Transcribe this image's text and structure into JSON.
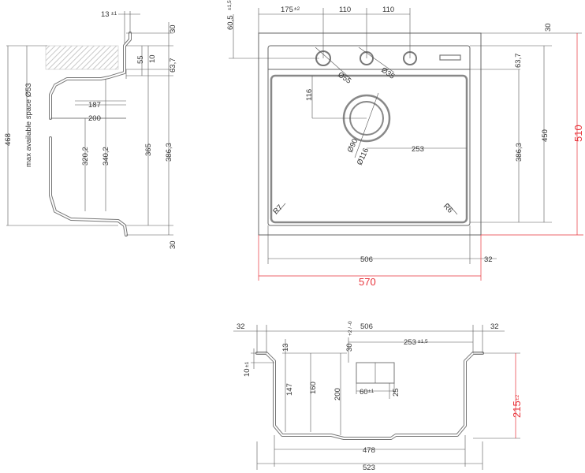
{
  "side_view": {
    "dims": {
      "flange_top": "13",
      "flange_top_tol": "±1",
      "top_30": "30",
      "d55": "55",
      "d10": "10",
      "d637": "63,7",
      "d187": "187",
      "d200": "200",
      "d3202": "320,2",
      "d3402": "340,2",
      "d365": "365",
      "d3863": "386,3",
      "bottom_30": "30",
      "d468": "468"
    },
    "max_space_label": "max available space Ø53"
  },
  "top_view": {
    "dims": {
      "d605": "60,5",
      "d605_tol": "±1,5",
      "d175": "175",
      "d175_tol": "±2",
      "d110a": "110",
      "d110b": "110",
      "top_30": "30",
      "d637": "63,7",
      "d55": "Ø55",
      "d35": "Ø35",
      "d116": "116",
      "d90": "Ø90",
      "d116b": "Ø116",
      "d253": "253",
      "d3863": "386,3",
      "d450": "450",
      "r7": "R7",
      "r6": "R6",
      "d506": "506",
      "d32": "32"
    },
    "red_dims": {
      "width": "570",
      "height": "510"
    }
  },
  "front_view": {
    "dims": {
      "d32a": "32",
      "d506": "506",
      "d32b": "32",
      "d13": "13",
      "d30": "30",
      "d30_tol": "+2 / -0",
      "d253": "253",
      "d253_tol": "±1,5",
      "d10": "10",
      "d10_tol": "±1",
      "d147": "147",
      "d160": "160",
      "d200": "200",
      "d60": "60",
      "d60_tol": "±1",
      "d25": "25",
      "d478": "478",
      "d523": "523"
    },
    "red_dims": {
      "depth": "215",
      "depth_tol": "±2"
    }
  },
  "colors": {
    "line": "#555555",
    "outline": "#666666",
    "accent_red": "#e8333a",
    "hatch": "#c8c8c8"
  }
}
